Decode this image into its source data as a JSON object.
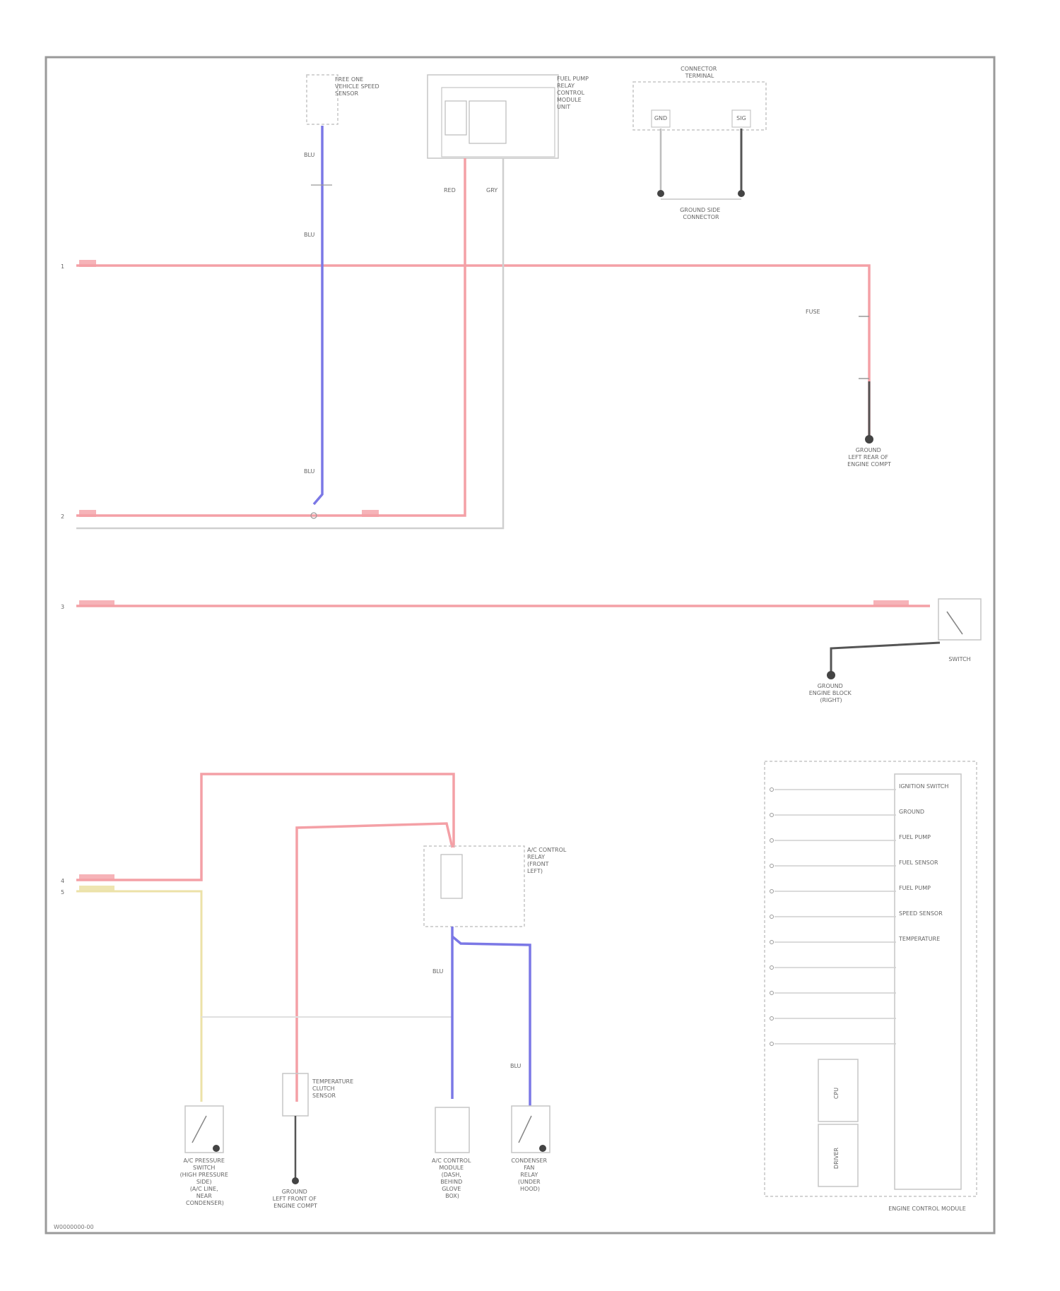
{
  "diagram": {
    "footer_code": "W0000000-00",
    "wire_colors": {
      "red": "#f4a0a6",
      "blue": "#7b78e6",
      "gray": "#cfcfcf",
      "yellow": "#ece2a8",
      "dark": "#555555"
    },
    "top_components": {
      "sensor_left": [
        "FREE ONE",
        "VEHICLE SPEED",
        "SENSOR"
      ],
      "relay_center": [
        "FUEL PUMP",
        "RELAY",
        "CONTROL",
        "MODULE",
        "UNIT"
      ],
      "connector_right": [
        "CONNECTOR",
        "TERMINAL"
      ],
      "connector_right_pins": [
        "GND",
        "SIG"
      ],
      "connector_right_bottom": [
        "GROUND SIDE",
        "CONNECTOR"
      ]
    },
    "ground_right_label": [
      "GROUND",
      "LEFT REAR OF",
      "ENGINE COMPT"
    ],
    "pressure_switch_label": "SWITCH",
    "ground_mid_label": [
      "GROUND",
      "ENGINE BLOCK",
      "(RIGHT)"
    ],
    "relay_lower_label": [
      "A/C CONTROL",
      "RELAY",
      "(FRONT",
      "LEFT)"
    ],
    "bottom_components": [
      [
        "A/C PRESSURE",
        "SWITCH",
        "(HIGH PRESSURE",
        "SIDE)",
        "(A/C LINE,",
        "NEAR",
        "CONDENSER)"
      ],
      [
        "GROUND",
        "LEFT FRONT OF",
        "ENGINE COMPT"
      ],
      [
        "A/C CONTROL",
        "MODULE",
        "(DASH,",
        "BEHIND",
        "GLOVE",
        "BOX)"
      ],
      [
        "CONDENSER",
        "FAN",
        "RELAY",
        "(UNDER",
        "HOOD)"
      ]
    ],
    "mid_sensor_label": [
      "TEMPERATURE",
      "CLUTCH",
      "SENSOR"
    ],
    "module": {
      "title": "ENGINE CONTROL MODULE",
      "pin_labels": [
        "IGNITION SWITCH",
        "GROUND",
        "FUEL PUMP",
        "FUEL SENSOR",
        "FUEL PUMP",
        "SPEED SENSOR",
        "TEMPERATURE",
        "",
        "",
        "",
        ""
      ],
      "inner_blocks": [
        "CPU",
        "DRIVER"
      ]
    }
  }
}
